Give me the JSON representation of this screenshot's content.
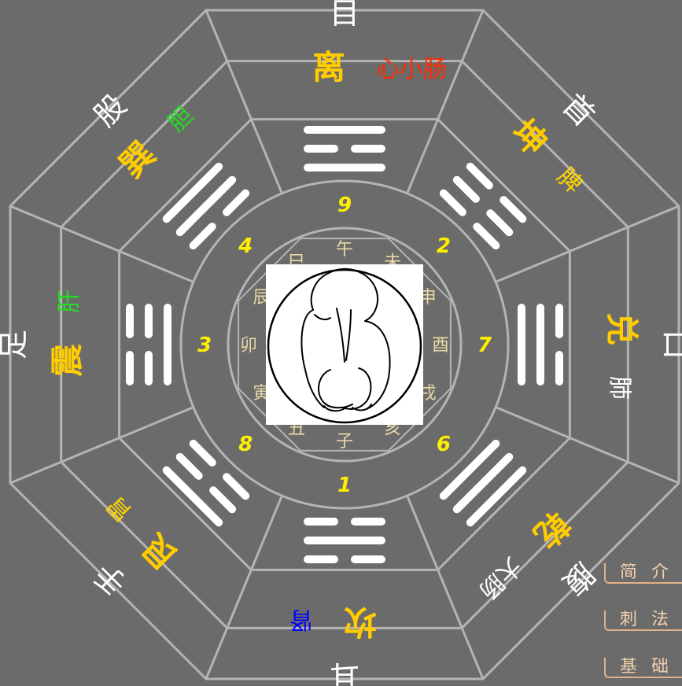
{
  "outer_parts": [
    "目",
    "首",
    "口",
    "腹",
    "耳",
    "手",
    "足",
    "股"
  ],
  "trigrams": [
    {
      "name": "离",
      "organs": "心小肠",
      "organ_color": "#ff2a00",
      "number": "9"
    },
    {
      "name": "坤",
      "organs": "脾",
      "organ_color": "#ffd400",
      "number": "2"
    },
    {
      "name": "兑",
      "organs": "肺",
      "organ_color": "#ffffff",
      "number": "7"
    },
    {
      "name": "乾",
      "organs": "大肠",
      "organ_color": "#ffffff",
      "number": "6"
    },
    {
      "name": "坎",
      "organs": "肾",
      "organ_color": "#0000ff",
      "number": "1"
    },
    {
      "name": "艮",
      "organs": "胃",
      "organ_color": "#ffd400",
      "number": "8"
    },
    {
      "name": "震",
      "organs": "肝",
      "organ_color": "#22dd22",
      "number": "3"
    },
    {
      "name": "巽",
      "organs": "胆",
      "organ_color": "#22dd22",
      "number": "4"
    }
  ],
  "branches": [
    "子",
    "丑",
    "寅",
    "卯",
    "辰",
    "巳",
    "午",
    "未",
    "申",
    "酉",
    "戌",
    "亥"
  ],
  "menu": {
    "intro": "简介",
    "technique": "刺法",
    "basics": "基础"
  },
  "colors": {
    "background": "#6b6b6b",
    "lines": "#b4b4b4",
    "trigram_name": "#ffcc00",
    "number": "#ffee00",
    "branch": "#e8d9a6"
  }
}
